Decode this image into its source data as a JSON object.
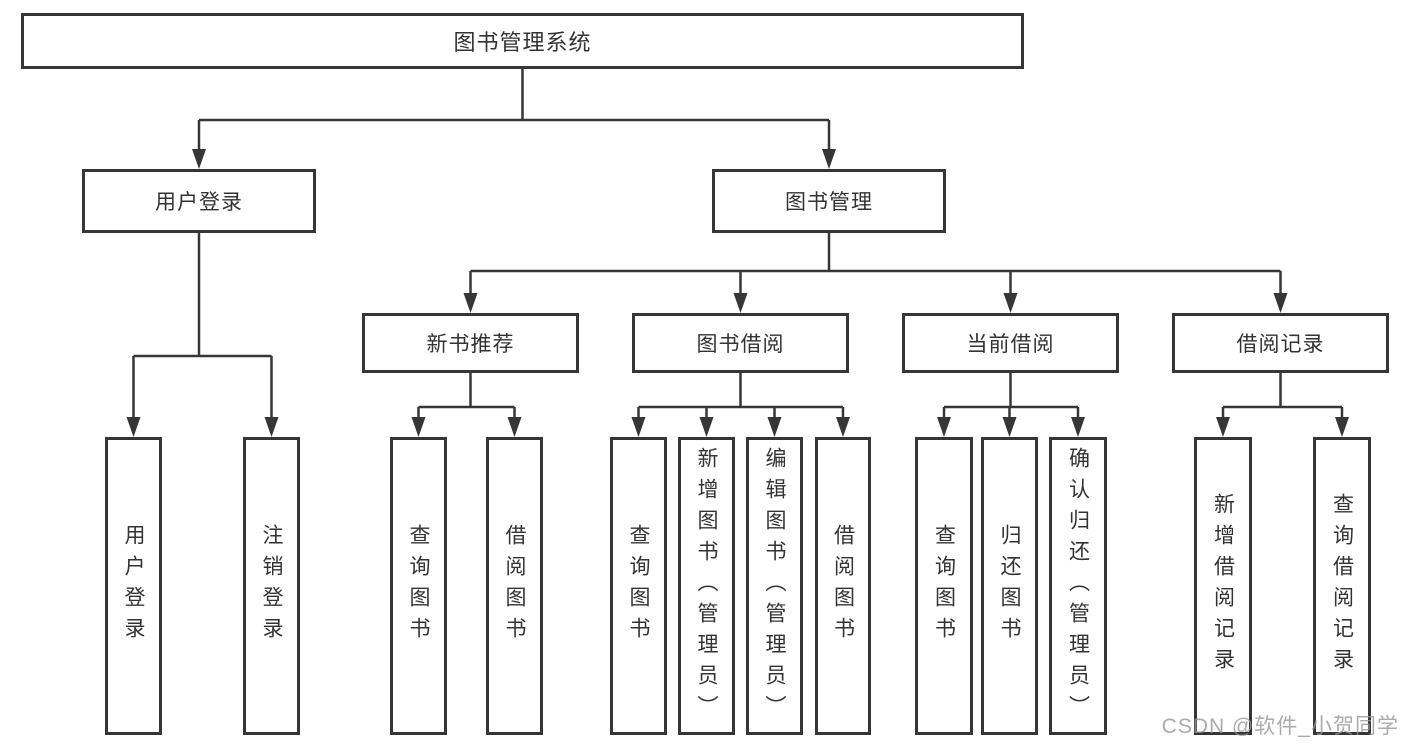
{
  "diagram": {
    "root": {
      "label": "图书管理系统"
    },
    "level2": [
      {
        "label": "用户登录"
      },
      {
        "label": "图书管理"
      }
    ],
    "level3": [
      {
        "label": "新书推荐"
      },
      {
        "label": "图书借阅"
      },
      {
        "label": "当前借阅"
      },
      {
        "label": "借阅记录"
      }
    ],
    "leaves": [
      {
        "label": "用户登录"
      },
      {
        "label": "注销登录"
      },
      {
        "label": "查询图书"
      },
      {
        "label": "借阅图书"
      },
      {
        "label": "查询图书"
      },
      {
        "label": "新增图书（管理员）"
      },
      {
        "label": "编辑图书（管理员）"
      },
      {
        "label": "借阅图书"
      },
      {
        "label": "查询图书"
      },
      {
        "label": "归还图书"
      },
      {
        "label": "确认归还（管理员）"
      },
      {
        "label": "新增借阅记录"
      },
      {
        "label": "查询借阅记录"
      }
    ]
  },
  "watermark": {
    "text": "CSDN @软件_小贺同学"
  },
  "colors": {
    "line": "#363636",
    "text": "#333333",
    "watermark": "#b0b0b0",
    "background": "#ffffff"
  }
}
